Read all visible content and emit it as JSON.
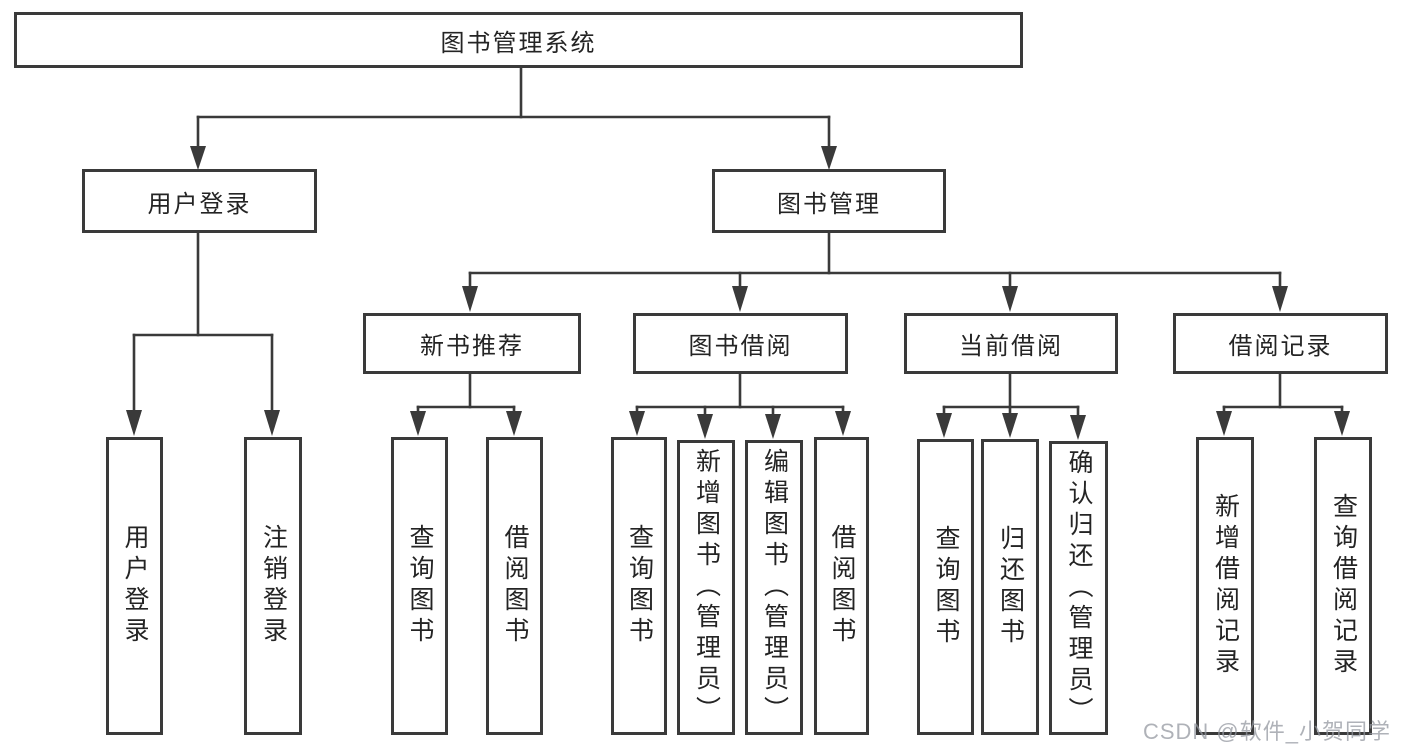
{
  "tree": {
    "label": "图书管理系统",
    "children": [
      {
        "label": "用户登录",
        "children": [
          {
            "label": "用户登录"
          },
          {
            "label": "注销登录"
          }
        ]
      },
      {
        "label": "图书管理",
        "children": [
          {
            "label": "新书推荐",
            "children": [
              {
                "label": "查询图书"
              },
              {
                "label": "借阅图书"
              }
            ]
          },
          {
            "label": "图书借阅",
            "children": [
              {
                "label": "查询图书"
              },
              {
                "label": "新增图书（管理员）"
              },
              {
                "label": "编辑图书（管理员）"
              },
              {
                "label": "借阅图书"
              }
            ]
          },
          {
            "label": "当前借阅",
            "children": [
              {
                "label": "查询图书"
              },
              {
                "label": "归还图书"
              },
              {
                "label": "确认归还（管理员）"
              }
            ]
          },
          {
            "label": "借阅记录",
            "children": [
              {
                "label": "新增借阅记录"
              },
              {
                "label": "查询借阅记录"
              }
            ]
          }
        ]
      }
    ]
  },
  "watermark": {
    "text": "CSDN @软件_小贺同学"
  },
  "colors": {
    "line": "#3a3a3a",
    "box_border": "#3a3a3a",
    "text": "#242424",
    "watermark": "#9498a0",
    "background": "#ffffff"
  }
}
